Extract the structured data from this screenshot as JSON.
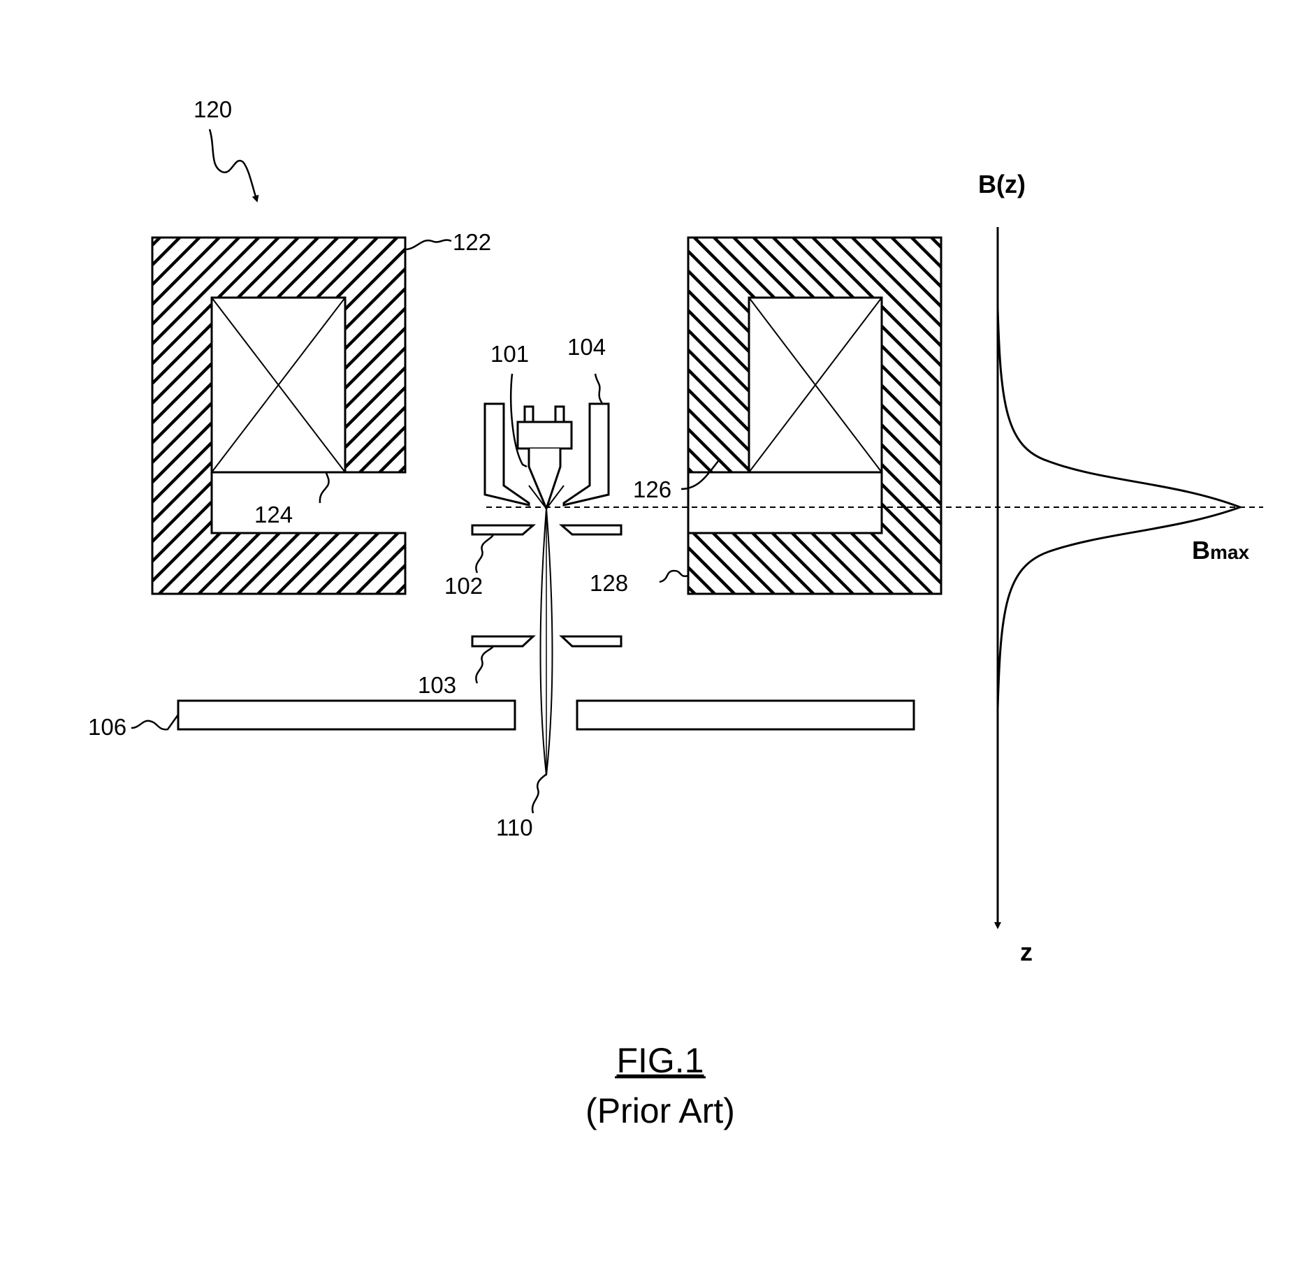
{
  "figure": {
    "caption": "FIG.1",
    "subcaption": "(Prior Art)"
  },
  "labels": {
    "lens": "120",
    "pole_piece_left": "122",
    "coil": "124",
    "pole_piece_right_upper": "126",
    "pole_piece_right_lower": "128",
    "emitter": "101",
    "electrode_a": "102",
    "electrode_b": "103",
    "suppressor": "104",
    "plate": "106",
    "beam": "110"
  },
  "plot": {
    "y_axis_label": "B(z)",
    "x_axis_label": "z",
    "peak_label_main": "B",
    "peak_label_sub": "max"
  },
  "colors": {
    "ink": "#000000",
    "background": "#ffffff"
  }
}
